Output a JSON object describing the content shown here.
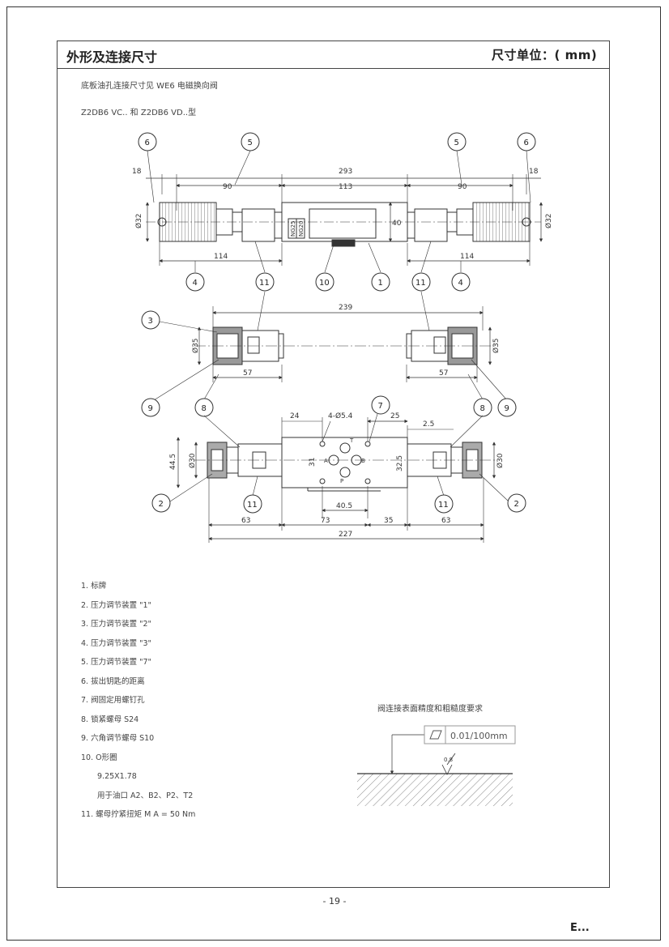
{
  "header": {
    "title_left": "外形及连接尺寸",
    "title_right": "尺寸单位：( mm)"
  },
  "notes": {
    "subplate": "底板油孔连接尺寸见 WE6 电磁换向阀",
    "models": "Z2DB6 VC.. 和 Z2DB6 VD..型",
    "surface": "阀连接表面精度和粗糙度要求"
  },
  "top_view": {
    "dims": {
      "d18_left": "18",
      "d293": "293",
      "d90_left": "90",
      "d113": "113",
      "d90_right": "90",
      "d18_right": "18",
      "d114_left": "114",
      "d114_right": "114",
      "d40": "40",
      "phi32_left": "Ø32",
      "phi32_right": "Ø32",
      "nb1": "NG25",
      "nb2": "NG20"
    },
    "balloons": {
      "b6l": "6",
      "b5l": "5",
      "b5r": "5",
      "b6r": "6",
      "b4l": "4",
      "b11l": "11",
      "b10": "10",
      "b1": "1",
      "b11r": "11",
      "b4r": "4"
    }
  },
  "mid_view": {
    "dims": {
      "d239": "239",
      "d57_left": "57",
      "d57_right": "57",
      "phi35_left": "Ø35",
      "phi35_right": "Ø35"
    },
    "balloons": {
      "b3": "3",
      "b9l": "9",
      "b8l": "8",
      "b8r": "8",
      "b9r": "9"
    }
  },
  "bottom_view": {
    "dims": {
      "d24": "24",
      "holes": "4-Ø5.4",
      "d25": "25",
      "d2_5": "2.5",
      "d44_5": "44.5",
      "phi30_left": "Ø30",
      "phi30_right": "Ø30",
      "d31": "31",
      "d32_5": "32.5",
      "d40_5": "40.5",
      "d63_left": "63",
      "d73": "73",
      "d35": "35",
      "d63_right": "63",
      "d227": "227"
    },
    "ports": {
      "t": "T",
      "a": "A",
      "b": "B",
      "p": "P"
    },
    "balloons": {
      "b7": "7",
      "b2l": "2",
      "b11l": "11",
      "b11r": "11",
      "b2r": "2"
    }
  },
  "legend": [
    "1. 标牌",
    "2. 压力调节装置 \"1\"",
    "3. 压力调节装置 \"2\"",
    "4. 压力调节装置 \"3\"",
    "5. 压力调节装置 \"7\"",
    "6. 拔出钥匙的距离",
    "7. 阀固定用螺钉孔",
    "8. 锁紧螺母 S24",
    "9. 六角调节螺母 S10",
    "10. O形圈"
  ],
  "legend_oring_size": "9.25X1.78",
  "legend_oring_ports": "用于油口 A2、B2、P2、T2",
  "legend_last": "11. 螺母拧紧扭矩 M A = 50 Nm",
  "tolerance": {
    "flatness": "0.01/100mm",
    "roughness": "0.8"
  },
  "footer": {
    "page": "- 19 -",
    "mark": "E..."
  }
}
